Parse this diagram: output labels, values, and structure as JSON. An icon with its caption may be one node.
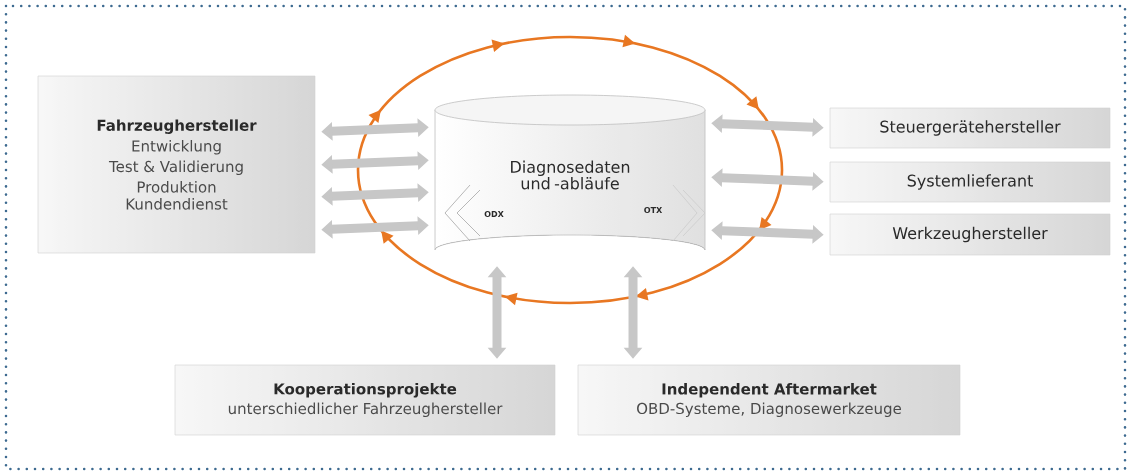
{
  "diagram": {
    "nodes": [
      {
        "text": [
          "Fahrzeughersteller",
          "Entwicklung",
          "Test & Validierung",
          "Produktion",
          "Kundendienst"
        ]
      },
      {
        "text": [
          "Diagnosedaten und -abläufe"
        ]
      },
      {
        "text": [
          "Steuergerätehersteller"
        ]
      },
      {
        "text": [
          "Systemlieferant"
        ]
      },
      {
        "text": [
          "Werkzeughersteller"
        ]
      },
      {
        "text": [
          "Kooperationsprojekte",
          "unterschiedlicher Fahrzeughersteller"
        ]
      },
      {
        "text": [
          "Independent Aftermarket",
          "OBD-Systeme, Diagnosewerkzeuge"
        ]
      }
    ],
    "edges": [
      {
        "from": 0,
        "to": 1,
        "arrow": "both"
      },
      {
        "from": 0,
        "to": 1,
        "arrow": "both"
      },
      {
        "from": 0,
        "to": 1,
        "arrow": "both"
      },
      {
        "from": 0,
        "to": 1,
        "arrow": "both"
      },
      {
        "from": 1,
        "to": 2,
        "arrow": "both"
      },
      {
        "from": 1,
        "to": 3,
        "arrow": "both"
      },
      {
        "from": 1,
        "to": 4,
        "arrow": "both"
      },
      {
        "from": 1,
        "to": 5,
        "arrow": "both"
      },
      {
        "from": 1,
        "to": 6,
        "arrow": "both"
      }
    ],
    "labels": [
      "ODX",
      "OTX"
    ]
  }
}
